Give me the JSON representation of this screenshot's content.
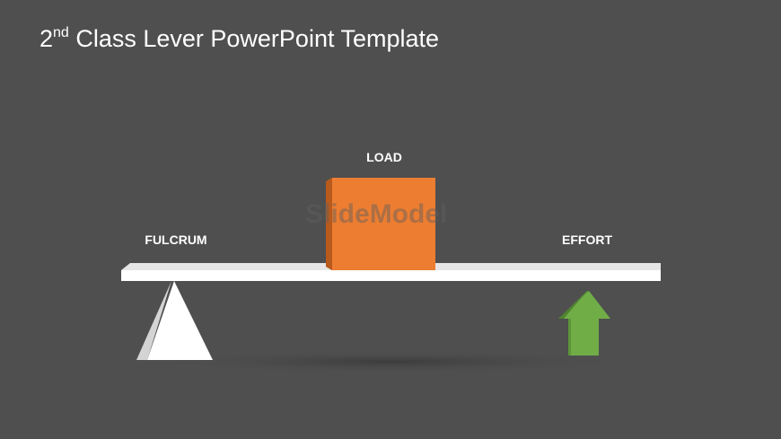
{
  "slide": {
    "title_main": "2",
    "title_sup": "nd",
    "title_rest": " Class Lever PowerPoint Template",
    "labels": {
      "load": "LOAD",
      "fulcrum": "FULCRUM",
      "effort": "EFFORT"
    },
    "watermark": "SlideModel",
    "colors": {
      "background": "#4f4f4f",
      "load_box": "#ed7d31",
      "effort_arrow": "#70ad47",
      "lever": "#ffffff"
    },
    "icons": {
      "effort": "up-arrow-icon",
      "fulcrum": "triangle-fulcrum"
    }
  }
}
